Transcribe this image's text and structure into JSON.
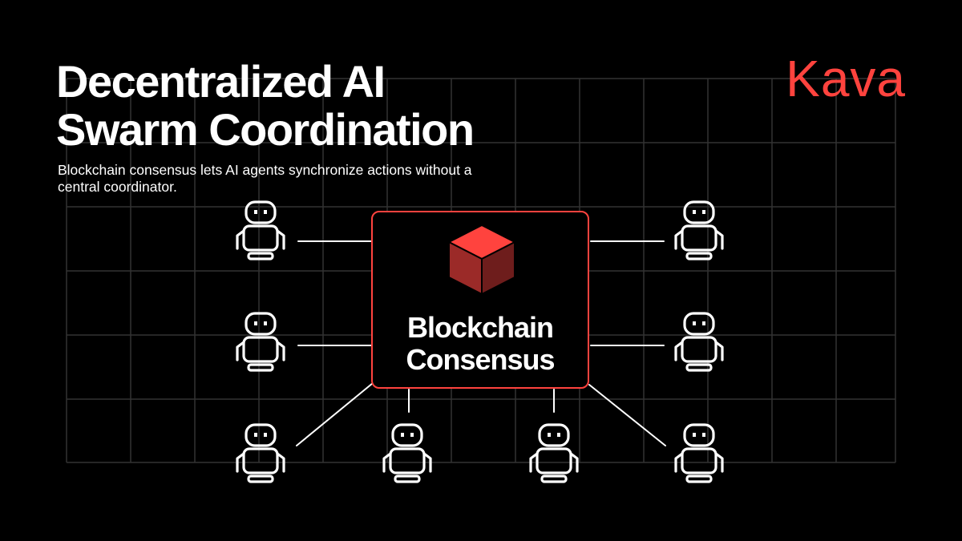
{
  "header": {
    "title_line_1": "Decentralized AI",
    "title_line_2": "Swarm Coordination",
    "subtitle": "Blockchain consensus lets AI agents synchronize actions without a central coordinator."
  },
  "brand": {
    "logo_text": "Kava",
    "accent_color": "#ff433e"
  },
  "diagram": {
    "center_label_line_1": "Blockchain",
    "center_label_line_2": "Consensus",
    "center_icon": "cube-icon",
    "agent_icon": "robot-icon",
    "agent_count": 8,
    "colors": {
      "background": "#000000",
      "grid": "#333333",
      "connector": "#ffffff",
      "box_border": "#ff433e",
      "cube_top": "#ff433e",
      "cube_left": "#9b2a28",
      "cube_right": "#6e1d1c"
    }
  }
}
